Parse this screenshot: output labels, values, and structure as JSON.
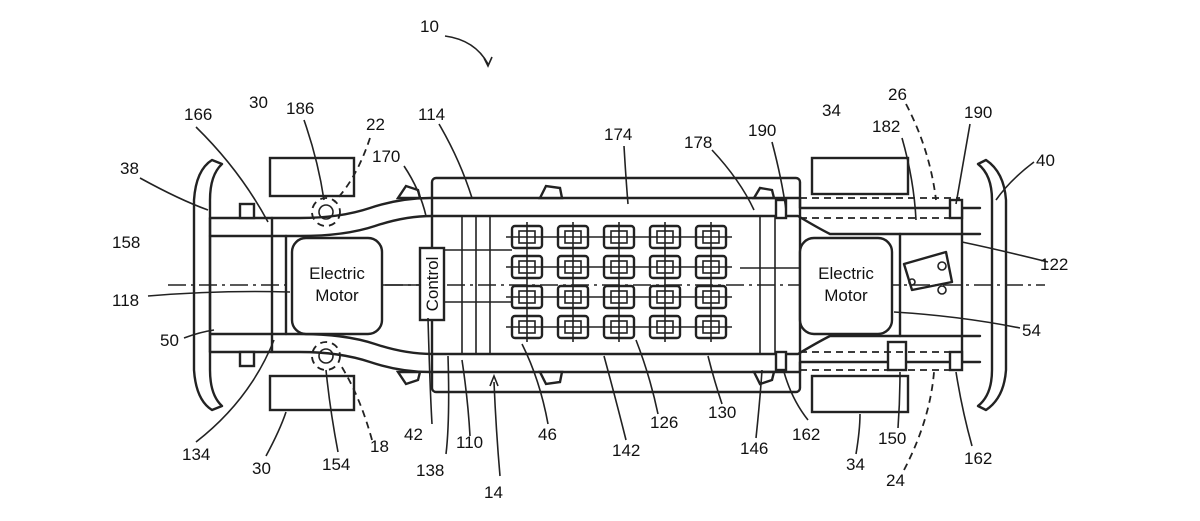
{
  "figure": {
    "box_labels": {
      "front_motor": [
        "Electric",
        "Motor"
      ],
      "rear_motor": [
        "Electric",
        "Motor"
      ],
      "control": "Control"
    },
    "reference_numerals": [
      {
        "id": "n10",
        "text": "10"
      },
      {
        "id": "n30a",
        "text": "30"
      },
      {
        "id": "n186",
        "text": "186"
      },
      {
        "id": "n22",
        "text": "22"
      },
      {
        "id": "n166",
        "text": "166"
      },
      {
        "id": "n114",
        "text": "114"
      },
      {
        "id": "n174",
        "text": "174"
      },
      {
        "id": "n170",
        "text": "170"
      },
      {
        "id": "n178",
        "text": "178"
      },
      {
        "id": "n190a",
        "text": "190"
      },
      {
        "id": "n34a",
        "text": "34"
      },
      {
        "id": "n26",
        "text": "26"
      },
      {
        "id": "n182",
        "text": "182"
      },
      {
        "id": "n190b",
        "text": "190"
      },
      {
        "id": "n40",
        "text": "40"
      },
      {
        "id": "n38",
        "text": "38"
      },
      {
        "id": "n158",
        "text": "158"
      },
      {
        "id": "n122",
        "text": "122"
      },
      {
        "id": "n118",
        "text": "118"
      },
      {
        "id": "n50",
        "text": "50"
      },
      {
        "id": "n54",
        "text": "54"
      },
      {
        "id": "n134",
        "text": "134"
      },
      {
        "id": "n30b",
        "text": "30"
      },
      {
        "id": "n154",
        "text": "154"
      },
      {
        "id": "n18",
        "text": "18"
      },
      {
        "id": "n42",
        "text": "42"
      },
      {
        "id": "n138",
        "text": "138"
      },
      {
        "id": "n110",
        "text": "110"
      },
      {
        "id": "n14",
        "text": "14"
      },
      {
        "id": "n46",
        "text": "46"
      },
      {
        "id": "n142",
        "text": "142"
      },
      {
        "id": "n126",
        "text": "126"
      },
      {
        "id": "n130",
        "text": "130"
      },
      {
        "id": "n146",
        "text": "146"
      },
      {
        "id": "n162a",
        "text": "162"
      },
      {
        "id": "n34b",
        "text": "34"
      },
      {
        "id": "n150",
        "text": "150"
      },
      {
        "id": "n24",
        "text": "24"
      },
      {
        "id": "n162b",
        "text": "162"
      }
    ]
  }
}
